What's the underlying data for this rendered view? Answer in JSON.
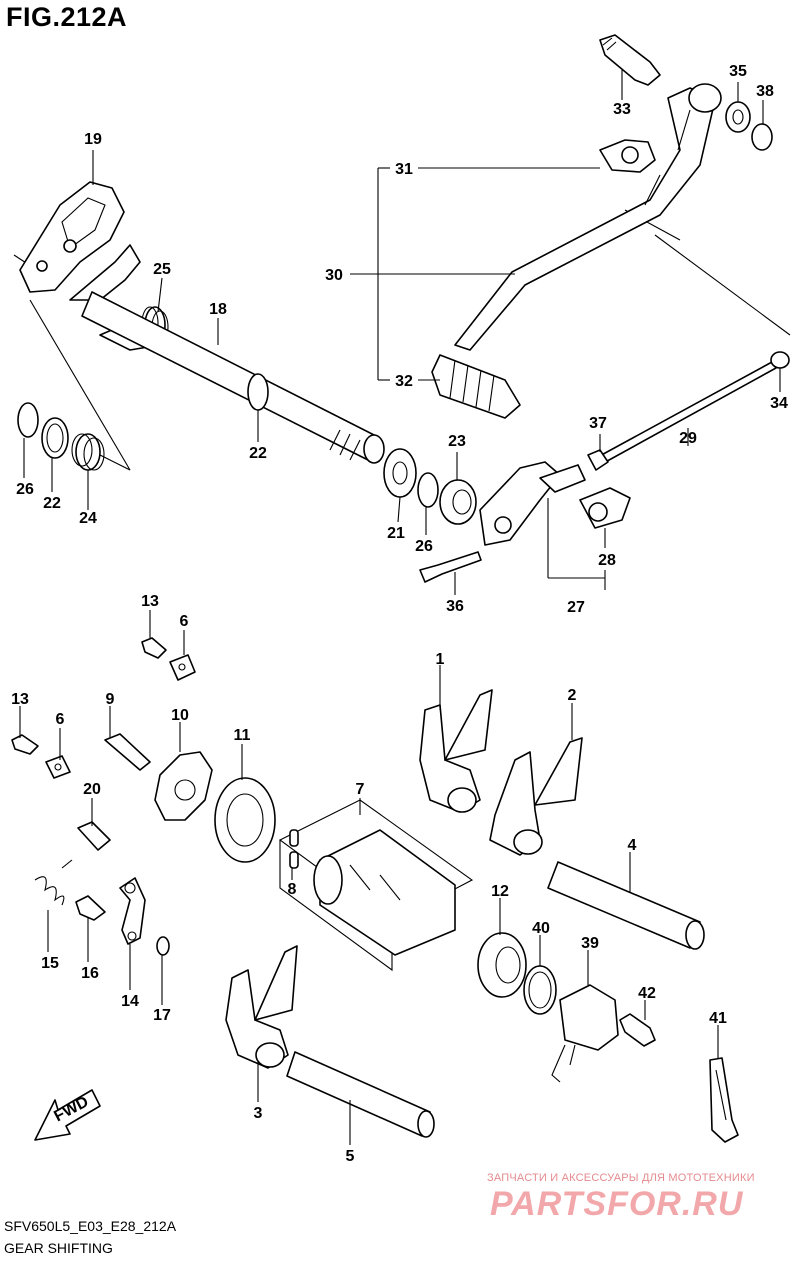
{
  "figure": {
    "title": "FIG.212A",
    "model_code": "SFV650L5_E03_E28_212A",
    "name": "GEAR SHIFTING",
    "fwd_label": "FWD"
  },
  "watermark": {
    "tagline": "ЗАПЧАСТИ И АКСЕССУАРЫ ДЛЯ МОТОТЕХНИКИ",
    "logo": "PARTSFOR.RU"
  },
  "part_labels": [
    "1",
    "2",
    "3",
    "4",
    "5",
    "6",
    "6",
    "7",
    "8",
    "9",
    "10",
    "11",
    "12",
    "13",
    "13",
    "14",
    "15",
    "16",
    "17",
    "18",
    "19",
    "20",
    "21",
    "22",
    "22",
    "23",
    "24",
    "25",
    "26",
    "26",
    "27",
    "28",
    "29",
    "30",
    "31",
    "32",
    "33",
    "34",
    "35",
    "36",
    "37",
    "38",
    "39",
    "40",
    "41",
    "42"
  ]
}
